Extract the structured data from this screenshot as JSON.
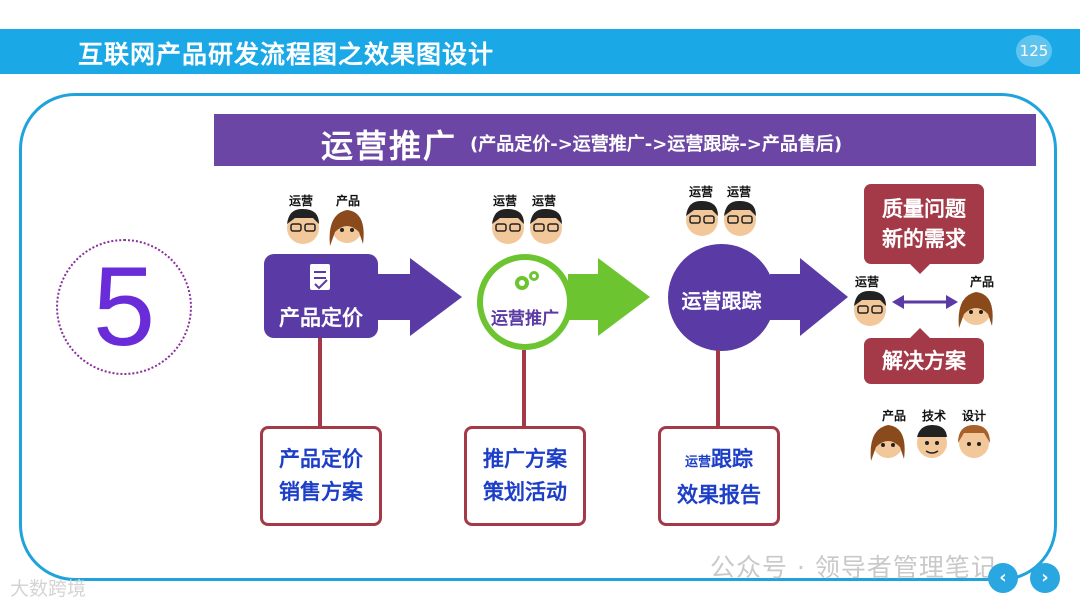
{
  "header": {
    "title": "互联网产品研发流程图之效果图设计",
    "page_number": "125"
  },
  "step_number": "5",
  "banner": {
    "main": "运营推广",
    "sub": "(产品定价->运营推广->运营跟踪->产品售后)"
  },
  "stages": [
    {
      "roles": [
        "运营",
        "产品"
      ],
      "label": "产品定价",
      "details": [
        "产品定价",
        "销售方案"
      ]
    },
    {
      "roles": [
        "运营",
        "运营"
      ],
      "label": "运营推广",
      "details": [
        "推广方案",
        "策划活动"
      ]
    },
    {
      "roles": [
        "运营",
        "运营"
      ],
      "label": "运营跟踪",
      "details_small": "运营",
      "details_rest": "跟踪",
      "details_line2": "效果报告"
    }
  ],
  "aftersale": {
    "top_callout": [
      "质量问题",
      "新的需求"
    ],
    "left_role": "运营",
    "right_role": "产品",
    "bottom_callout": "解决方案",
    "team_roles": [
      "产品",
      "技术",
      "设计"
    ]
  },
  "footer": {
    "watermark": "公众号 · 领导者管理笔记",
    "corner_mark": "大数跨境"
  },
  "colors": {
    "header": "#1aa9e6",
    "purple": "#5a3aa4",
    "green": "#6cc530",
    "maroon": "#a43a48",
    "detail_text": "#1d3fc8"
  },
  "icons": [
    "document-icon",
    "gears-icon",
    "prev-arrow-icon",
    "next-arrow-icon"
  ]
}
